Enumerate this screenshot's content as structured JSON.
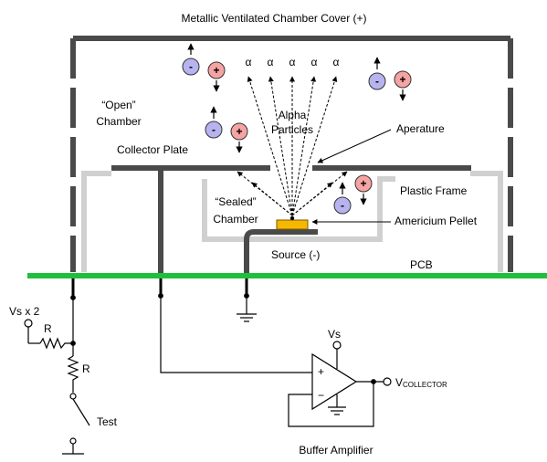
{
  "labels": {
    "cover": "Metallic Ventilated Chamber Cover (+)",
    "open_chamber_line1": "“Open”",
    "open_chamber_line2": "Chamber",
    "alpha_line1": "Alpha",
    "alpha_line2": "Particles",
    "aperture": "Aperature",
    "collector_plate": "Collector Plate",
    "sealed_line1": "“Sealed”",
    "sealed_line2": "Chamber",
    "plastic_frame": "Plastic Frame",
    "americium": "Americium Pellet",
    "source": "Source (-)",
    "pcb": "PCB",
    "vs2": "Vs x 2",
    "r_top": "R",
    "r_bottom": "R",
    "test": "Test",
    "vs": "Vs",
    "opamp_plus": "+",
    "opamp_minus": "−",
    "vcollector_v": "V",
    "vcollector_sub": "COLLECTOR",
    "buffer": "Buffer Amplifier",
    "alpha_symbol": "α",
    "plus_sign": "+",
    "minus_sign": "-"
  },
  "colors": {
    "metal": "#4a4a4a",
    "frame": "#d0d0d0",
    "pcb": "#1fbf3c",
    "pellet": "#f5b800",
    "positive_ion": "#f5a3a3",
    "negative_ion": "#b7b3ef",
    "wire": "#000000"
  }
}
